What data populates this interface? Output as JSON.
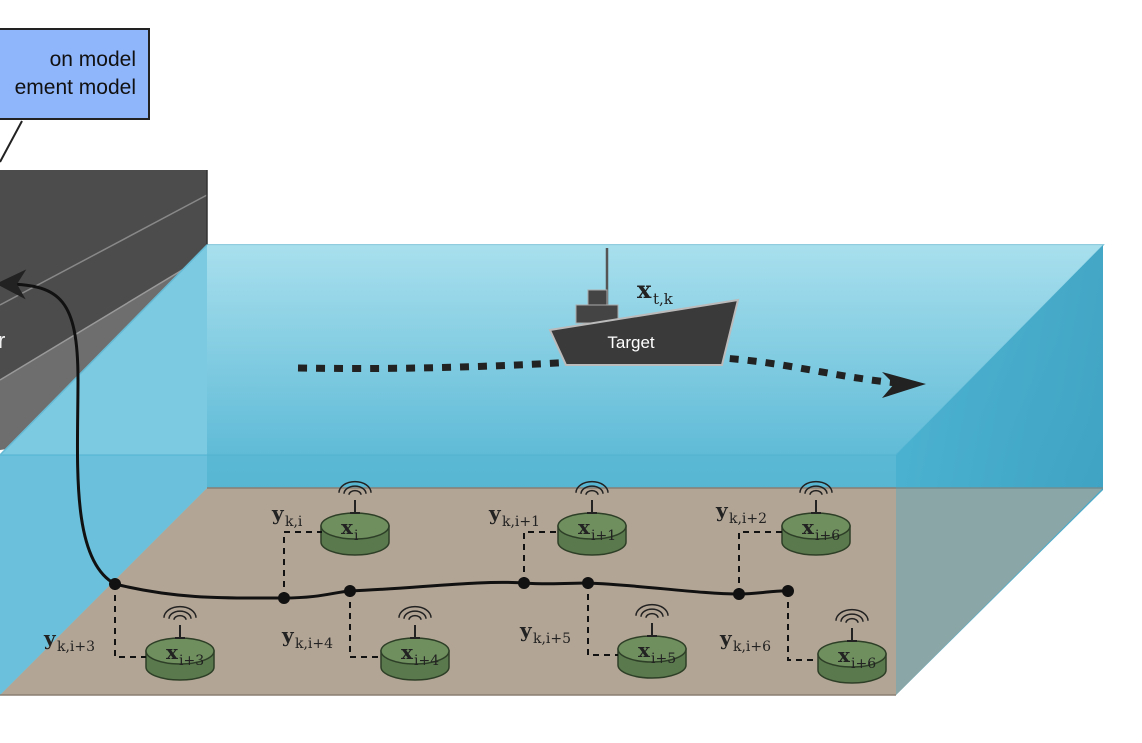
{
  "callout": {
    "line1": "on model",
    "line2": "ement model"
  },
  "box_fragment": "r",
  "target": {
    "label": "Target",
    "state_main": "x",
    "state_sub": "t,k"
  },
  "measurement_symbol": "y",
  "sensor_symbol": "x",
  "sensors": [
    {
      "sub": "i",
      "meas_sub": "k,i"
    },
    {
      "sub": "i+1",
      "meas_sub": "k,i+1"
    },
    {
      "sub": "i+6",
      "meas_sub": "k,i+2"
    },
    {
      "sub": "i+3",
      "meas_sub": "k,i+3"
    },
    {
      "sub": "i+4",
      "meas_sub": "k,i+4"
    },
    {
      "sub": "i+5",
      "meas_sub": "k,i+5"
    },
    {
      "sub": "i+6",
      "meas_sub": "k,i+6"
    }
  ],
  "colors": {
    "water_top": "#7fd0e6",
    "water_front": "#5bbcd8",
    "seabed": "#b3a595",
    "sensor": "#6f8f5f",
    "box_dark": "#4a4a4a",
    "callout": "#8fb5fb"
  }
}
